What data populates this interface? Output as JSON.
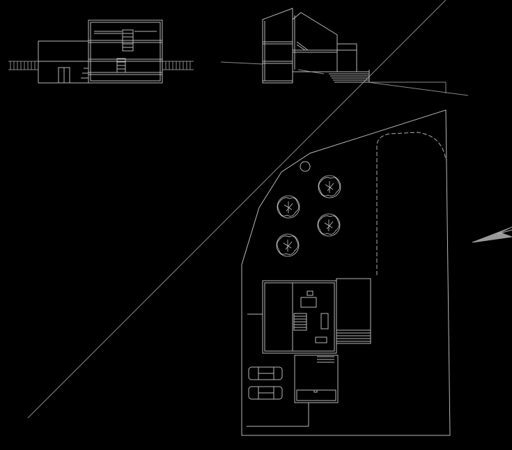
{
  "drawing": {
    "background_color": "#000000",
    "line_color": "#b8b8b8",
    "views": [
      {
        "name": "section-elevation-left"
      },
      {
        "name": "section-elevation-right"
      },
      {
        "name": "site-plan"
      }
    ],
    "site_plan": {
      "tree_count": 4,
      "car_count": 2,
      "has_north_arrow": true
    }
  }
}
